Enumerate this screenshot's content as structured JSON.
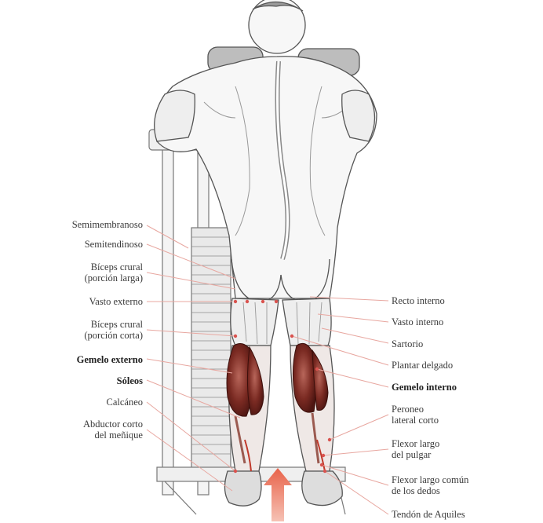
{
  "labels_left": [
    {
      "id": "semimembranoso",
      "text": "Semimembranoso",
      "bold": false
    },
    {
      "id": "semitendinoso",
      "text": "Semitendinoso",
      "bold": false
    },
    {
      "id": "biceps-larga-1",
      "text": "Bíceps crural",
      "bold": false
    },
    {
      "id": "biceps-larga-2",
      "text": "(porción larga)",
      "bold": false
    },
    {
      "id": "vasto-externo",
      "text": "Vasto externo",
      "bold": false
    },
    {
      "id": "biceps-corta-1",
      "text": "Bíceps crural",
      "bold": false
    },
    {
      "id": "biceps-corta-2",
      "text": "(porción corta)",
      "bold": false
    },
    {
      "id": "gemelo-externo",
      "text": "Gemelo externo",
      "bold": true
    },
    {
      "id": "soleos",
      "text": "Sóleos",
      "bold": true
    },
    {
      "id": "calcaneo",
      "text": "Calcáneo",
      "bold": false
    },
    {
      "id": "abductor-1",
      "text": "Abductor corto",
      "bold": false
    },
    {
      "id": "abductor-2",
      "text": "del meñique",
      "bold": false
    }
  ],
  "labels_right": [
    {
      "id": "recto-interno",
      "text": "Recto interno",
      "bold": false
    },
    {
      "id": "vasto-interno",
      "text": "Vasto interno",
      "bold": false
    },
    {
      "id": "sartorio",
      "text": "Sartorio",
      "bold": false
    },
    {
      "id": "plantar-delgado",
      "text": "Plantar delgado",
      "bold": false
    },
    {
      "id": "gemelo-interno",
      "text": "Gemelo interno",
      "bold": true
    },
    {
      "id": "peroneo-1",
      "text": "Peroneo",
      "bold": false
    },
    {
      "id": "peroneo-2",
      "text": "lateral corto",
      "bold": false
    },
    {
      "id": "flexor-pulgar-1",
      "text": "Flexor largo",
      "bold": false
    },
    {
      "id": "flexor-pulgar-2",
      "text": "del pulgar",
      "bold": false
    },
    {
      "id": "flexor-dedos-1",
      "text": "Flexor largo común",
      "bold": false
    },
    {
      "id": "flexor-dedos-2",
      "text": "de los dedos",
      "bold": false
    },
    {
      "id": "tendon-aquiles",
      "text": "Tendón de Aquiles",
      "bold": false
    }
  ],
  "colors": {
    "leader_line": "#e8a7a0",
    "marker_dot": "#d9534f",
    "muscle_dark": "#7a2a22",
    "muscle_light": "#c98a7e",
    "arrow": "#e8634a",
    "sketch": "#555555"
  }
}
